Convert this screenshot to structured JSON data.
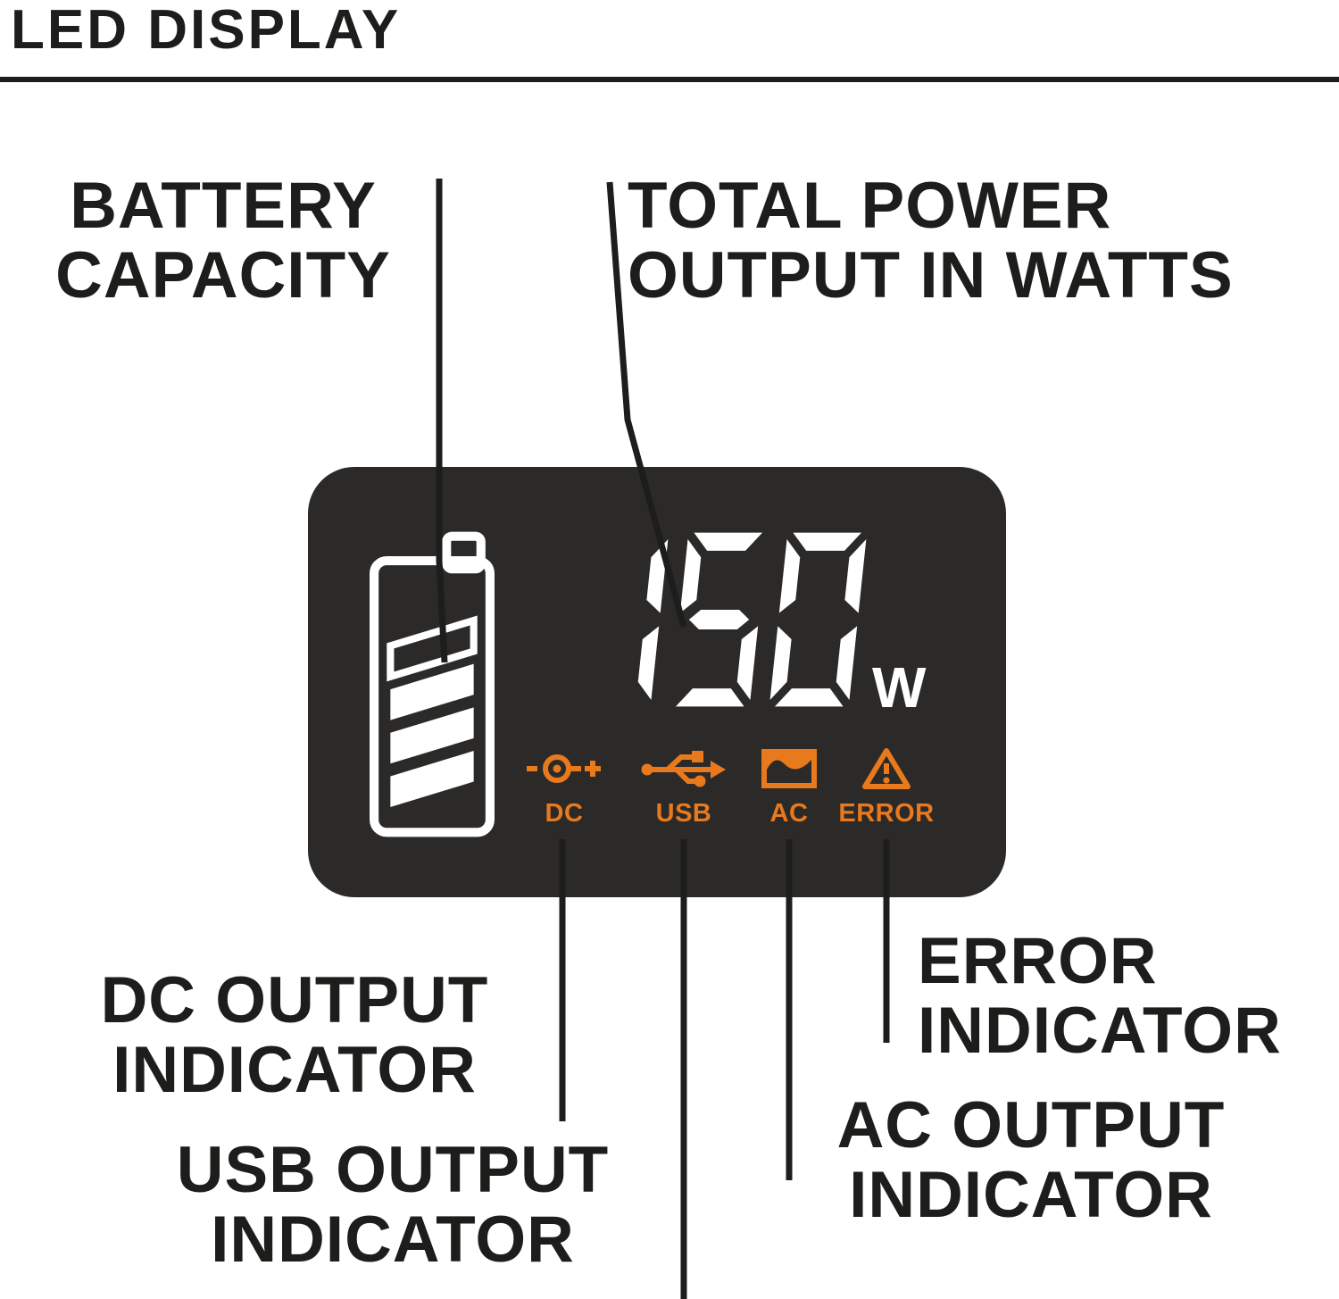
{
  "title": "LED DISPLAY",
  "callouts": {
    "battery_capacity": "BATTERY CAPACITY",
    "total_power": "TOTAL POWER OUTPUT IN WATTS",
    "dc_output": "DC OUTPUT INDICATOR",
    "usb_output": "USB OUTPUT INDICATOR",
    "ac_output": "AC OUTPUT INDICATOR",
    "error": "ERROR INDICATOR"
  },
  "display": {
    "watts_value": "150",
    "watts_unit": "W",
    "battery_icon": "battery-capacity-icon",
    "indicators": [
      {
        "id": "dc",
        "label": "DC",
        "icon": "dc-connector-icon"
      },
      {
        "id": "usb",
        "label": "USB",
        "icon": "usb-icon"
      },
      {
        "id": "ac",
        "label": "AC",
        "icon": "ac-wave-icon"
      },
      {
        "id": "error",
        "label": "ERROR",
        "icon": "warning-triangle-icon"
      }
    ]
  },
  "colors": {
    "accent_orange": "#E8791D",
    "display_background": "#2B2A29",
    "text": "#1D1D1B",
    "digits": "#FFFFFF"
  }
}
